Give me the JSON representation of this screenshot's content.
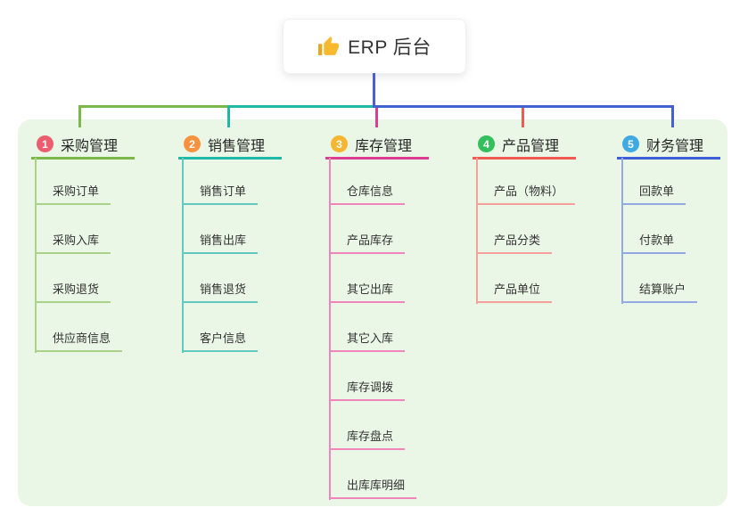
{
  "canvas": {
    "background": "#ffffff",
    "panel_bg": "#ebf7e6"
  },
  "root": {
    "title": "ERP 后台",
    "icon": "thumbs-up-icon",
    "icon_color": "#f7b92e"
  },
  "connectors": {
    "root_line": "#4d5ed2",
    "green": "#7cb849",
    "teal": "#1db8a6",
    "magenta": "#dc3d90",
    "red": "#f15a51",
    "blue": "#4461d3"
  },
  "branches": [
    {
      "num": "1",
      "label": "采购管理",
      "badge_color": "#ee5d6d",
      "line_color": "#7cb849",
      "child_line_color": "#a9d488",
      "items": [
        "采购订单",
        "采购入库",
        "采购退货",
        "供应商信息"
      ]
    },
    {
      "num": "2",
      "label": "销售管理",
      "badge_color": "#f9923e",
      "line_color": "#1db8a6",
      "child_line_color": "#62cabd",
      "items": [
        "销售订单",
        "销售出库",
        "销售退货",
        "客户信息"
      ]
    },
    {
      "num": "3",
      "label": "库存管理",
      "badge_color": "#f6b632",
      "line_color": "#dc3d90",
      "child_line_color": "#ef85bb",
      "items": [
        "仓库信息",
        "产品库存",
        "其它出库",
        "其它入库",
        "库存调拨",
        "库存盘点",
        "出库库明细"
      ]
    },
    {
      "num": "4",
      "label": "产品管理",
      "badge_color": "#33bf5c",
      "line_color": "#f15a51",
      "child_line_color": "#f5a09a",
      "items": [
        "产品（物料）",
        "产品分类",
        "产品单位"
      ]
    },
    {
      "num": "5",
      "label": "财务管理",
      "badge_color": "#3fa9e1",
      "line_color": "#3f5ed6",
      "child_line_color": "#93a9e3",
      "items": [
        "回款单",
        "付款单",
        "结算账户"
      ]
    }
  ]
}
